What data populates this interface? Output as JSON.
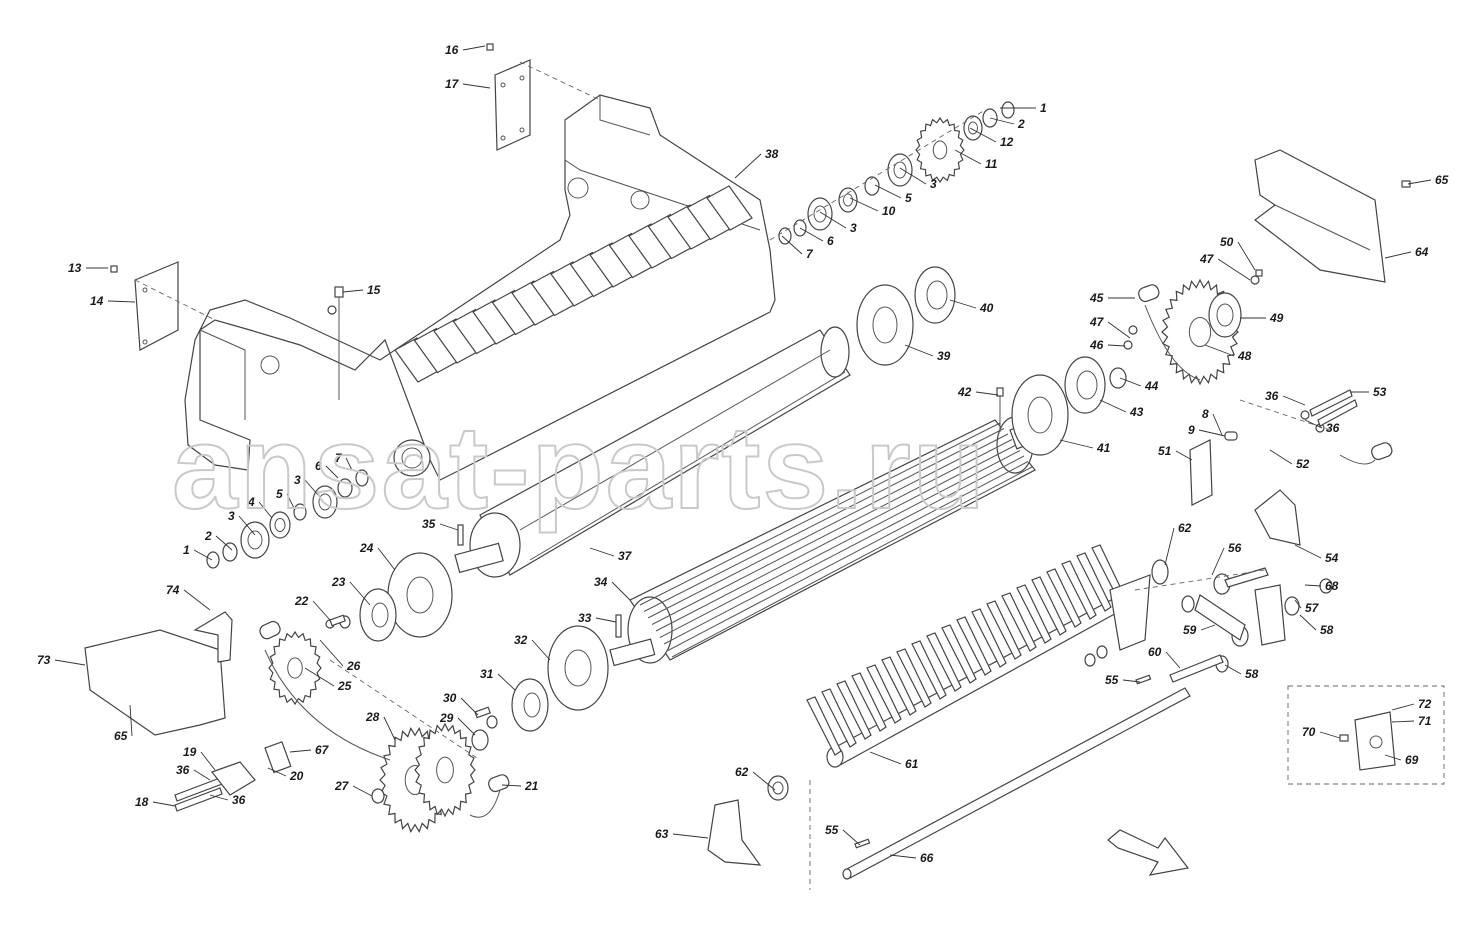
{
  "watermark": "ansat-parts.ru",
  "callouts": {
    "c1": "1",
    "c2": "2",
    "c3": "3",
    "c4": "4",
    "c5": "5",
    "c6": "6",
    "c7": "7",
    "c8": "8",
    "c9": "9",
    "c10": "10",
    "c11": "11",
    "c12": "12",
    "c13": "13",
    "c14": "14",
    "c15": "15",
    "c16": "16",
    "c17": "17",
    "c18": "18",
    "c19": "19",
    "c20": "20",
    "c21": "21",
    "c22": "22",
    "c23": "23",
    "c24": "24",
    "c25": "25",
    "c26": "26",
    "c27": "27",
    "c28": "28",
    "c29": "29",
    "c30": "30",
    "c31": "31",
    "c32": "32",
    "c33": "33",
    "c34": "34",
    "c35": "35",
    "c36": "36",
    "c37": "37",
    "c38": "38",
    "c39": "39",
    "c40": "40",
    "c41": "41",
    "c42": "42",
    "c43": "43",
    "c44": "44",
    "c45": "45",
    "c46": "46",
    "c47": "47",
    "c48": "48",
    "c49": "49",
    "c50": "50",
    "c51": "51",
    "c52": "52",
    "c53": "53",
    "c54": "54",
    "c55": "55",
    "c56": "56",
    "c57": "57",
    "c58": "58",
    "c59": "59",
    "c60": "60",
    "c61": "61",
    "c62": "62",
    "c63": "63",
    "c64": "64",
    "c65": "65",
    "c66": "66",
    "c67": "67",
    "c68": "68",
    "c69": "69",
    "c70": "70",
    "c71": "71",
    "c72": "72",
    "c73": "73",
    "c74": "74"
  }
}
